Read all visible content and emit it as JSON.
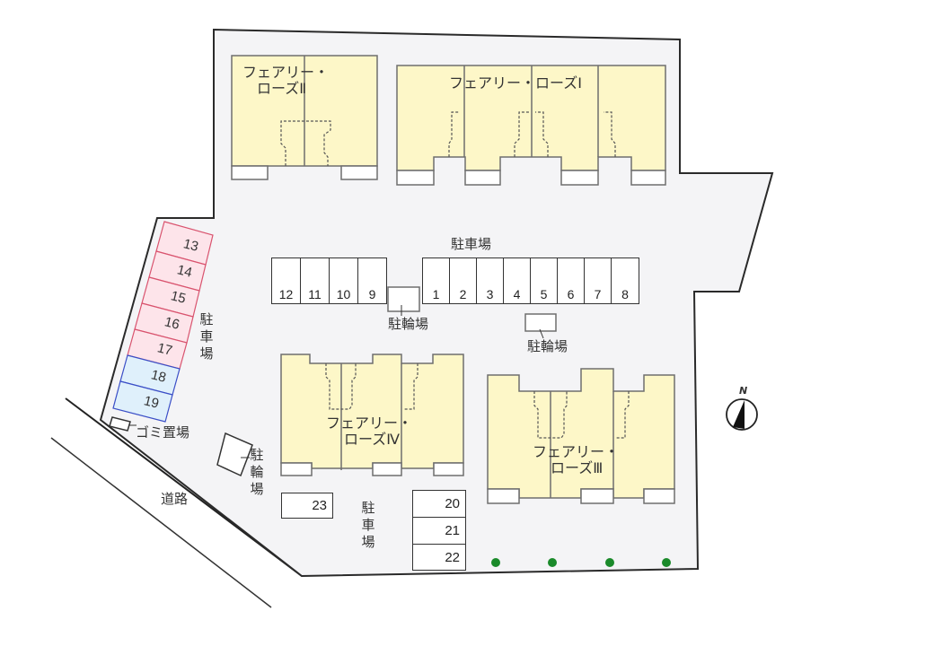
{
  "colors": {
    "ground": "#f4f4f6",
    "building_fill": "#fdf7c8",
    "building_stroke": "#6e6e6e",
    "parking_pink": "#fde4ea",
    "parking_pink_border": "#d9546f",
    "parking_blue": "#dff0fb",
    "parking_blue_border": "#3b4fc7",
    "tree": "#1a8a2a"
  },
  "buildings": [
    {
      "id": "rose-2",
      "name_line1": "フェアリー・",
      "name_line2": "ローズⅡ"
    },
    {
      "id": "rose-1",
      "name_line1": "フェアリー・ローズⅠ"
    },
    {
      "id": "rose-4",
      "name_line1": "フェアリー・",
      "name_line2": "ローズⅣ"
    },
    {
      "id": "rose-3",
      "name_line1": "フェアリー・",
      "name_line2": "ローズⅢ"
    }
  ],
  "labels": {
    "parking_top": "駐車場",
    "parking_left": "駐車場",
    "parking_bottom": "駐車場",
    "bike_center": "駐輪場",
    "bike_right": "駐輪場",
    "bike_left": "駐輪場",
    "garbage": "ゴミ置場",
    "road": "道路",
    "north": "N"
  },
  "parking_row_left": [
    "12",
    "11",
    "10",
    "9"
  ],
  "parking_row_right": [
    "1",
    "2",
    "3",
    "4",
    "5",
    "6",
    "7",
    "8"
  ],
  "parking_side": [
    {
      "no": "13",
      "type": "pink"
    },
    {
      "no": "14",
      "type": "pink"
    },
    {
      "no": "15",
      "type": "pink"
    },
    {
      "no": "16",
      "type": "pink"
    },
    {
      "no": "17",
      "type": "pink"
    },
    {
      "no": "18",
      "type": "blue"
    },
    {
      "no": "19",
      "type": "blue"
    }
  ],
  "parking_bottom_stack": [
    "20",
    "21",
    "22"
  ],
  "parking_single": "23",
  "trees_count": 4
}
